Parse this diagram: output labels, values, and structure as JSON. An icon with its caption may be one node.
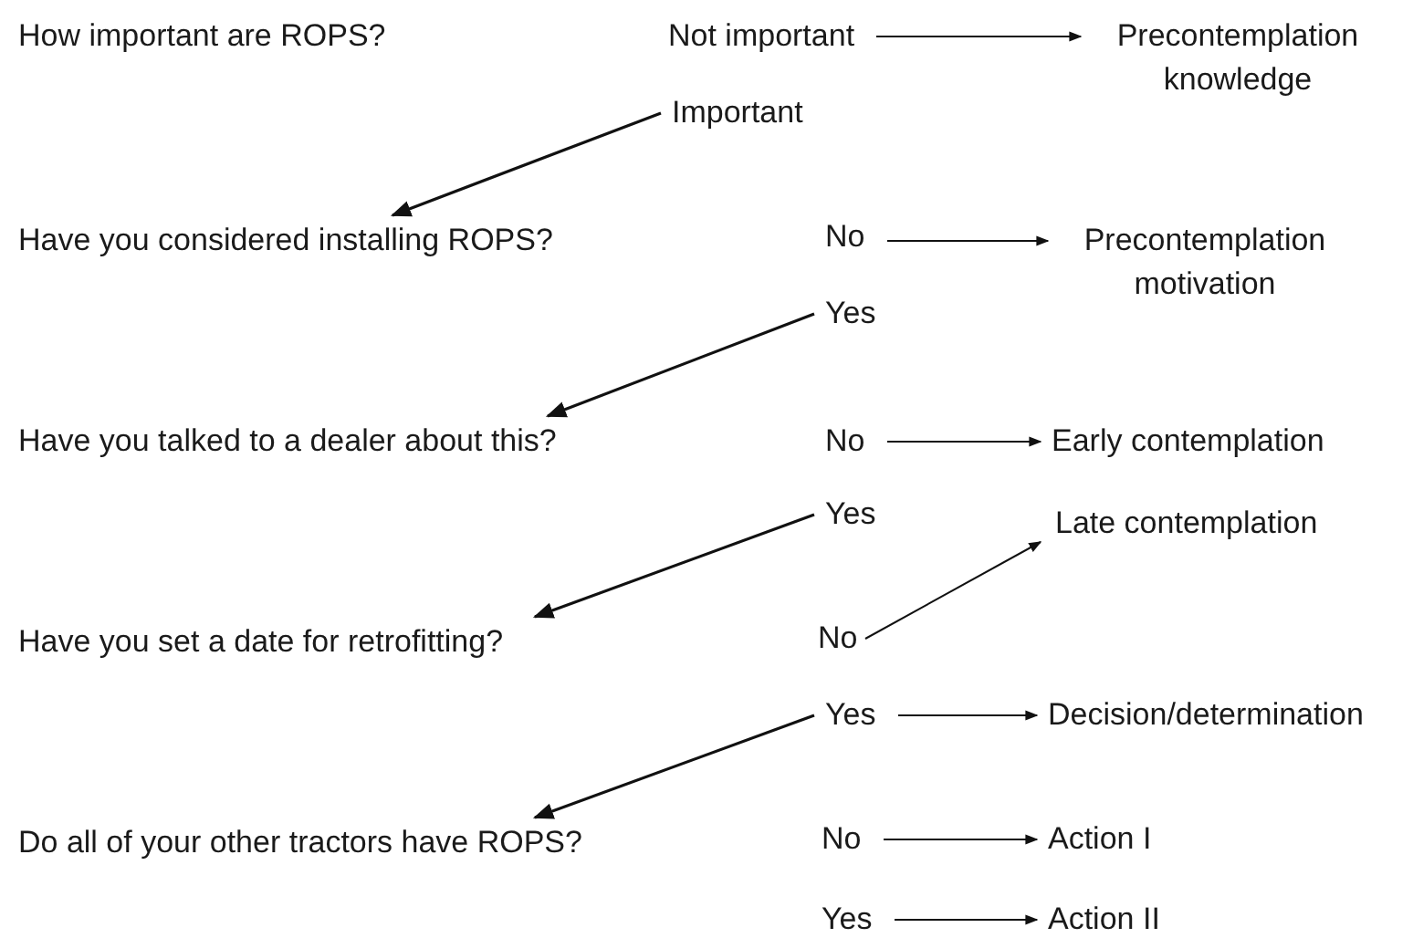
{
  "diagram": {
    "nodes": [
      {
        "text": [
          "How important are ROPS?"
        ]
      },
      {
        "text": [
          "Not important"
        ]
      },
      {
        "text": [
          "Precontemplation knowledge"
        ]
      },
      {
        "text": [
          "Important"
        ]
      },
      {
        "text": [
          "Have you considered installing ROPS?"
        ]
      },
      {
        "text": [
          "No"
        ]
      },
      {
        "text": [
          "Precontemplation motivation"
        ]
      },
      {
        "text": [
          "Yes"
        ]
      },
      {
        "text": [
          "Have you talked to a dealer about this?"
        ]
      },
      {
        "text": [
          "No"
        ]
      },
      {
        "text": [
          "Early contemplation"
        ]
      },
      {
        "text": [
          "Yes"
        ]
      },
      {
        "text": [
          "Late contemplation"
        ]
      },
      {
        "text": [
          "Have you set a date for retrofitting?"
        ]
      },
      {
        "text": [
          "No"
        ]
      },
      {
        "text": [
          "Yes"
        ]
      },
      {
        "text": [
          "Decision/determination"
        ]
      },
      {
        "text": [
          "Do all of your other tractors have ROPS?"
        ]
      },
      {
        "text": [
          "No"
        ]
      },
      {
        "text": [
          "Action I"
        ]
      },
      {
        "text": [
          "Yes"
        ]
      },
      {
        "text": [
          "Action II"
        ]
      }
    ],
    "edges": [
      {
        "from": 1,
        "to": 2,
        "arrow": "to"
      },
      {
        "from": 3,
        "to": 4,
        "arrow": "to"
      },
      {
        "from": 5,
        "to": 6,
        "arrow": "to"
      },
      {
        "from": 7,
        "to": 8,
        "arrow": "to"
      },
      {
        "from": 9,
        "to": 10,
        "arrow": "to"
      },
      {
        "from": 11,
        "to": 13,
        "arrow": "to"
      },
      {
        "from": 14,
        "to": 12,
        "arrow": "to"
      },
      {
        "from": 15,
        "to": 16,
        "arrow": "to"
      },
      {
        "from": 15,
        "to": 17,
        "arrow": "to"
      },
      {
        "from": 18,
        "to": 19,
        "arrow": "to"
      },
      {
        "from": 20,
        "to": 21,
        "arrow": "to"
      }
    ]
  }
}
